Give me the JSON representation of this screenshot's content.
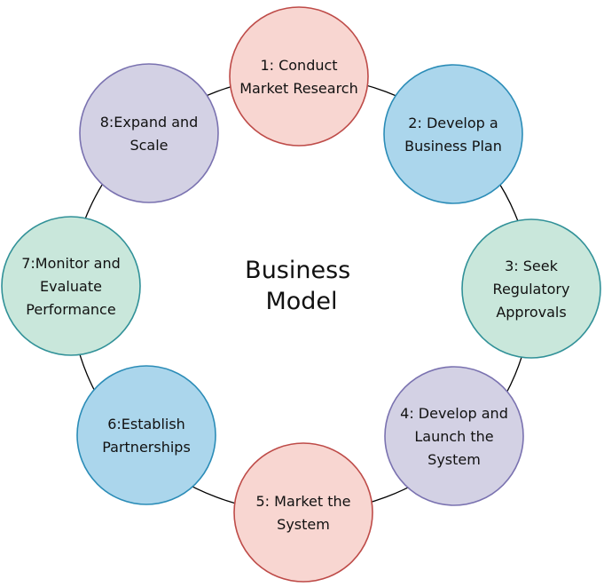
{
  "diagram": {
    "title": "Business Model",
    "title_lines": [
      "Business",
      "Model"
    ],
    "text_color": "#111111",
    "ring_color": "#000000",
    "background": "#FFFFFF",
    "nodes": [
      {
        "id": 1,
        "label": "1: Conduct Market Research",
        "lines": [
          "1: Conduct",
          "Market Research"
        ],
        "fill": "#F8D6D1",
        "stroke": "#BE4B48"
      },
      {
        "id": 2,
        "label": "2: Develop a Business Plan",
        "lines": [
          "2: Develop a",
          "Business Plan"
        ],
        "fill": "#ABD6EC",
        "stroke": "#2B8CB7"
      },
      {
        "id": 3,
        "label": "3: Seek Regulatory Approvals",
        "lines": [
          "3: Seek",
          "Regulatory",
          "Approvals"
        ],
        "fill": "#C9E7DB",
        "stroke": "#319198"
      },
      {
        "id": 4,
        "label": "4: Develop and Launch the System",
        "lines": [
          "4: Develop and",
          "Launch the",
          "System"
        ],
        "fill": "#D3D1E4",
        "stroke": "#7A72B0"
      },
      {
        "id": 5,
        "label": "5: Market the System",
        "lines": [
          "5: Market the",
          "System"
        ],
        "fill": "#F8D6D1",
        "stroke": "#BE4B48"
      },
      {
        "id": 6,
        "label": "6:Establish Partnerships",
        "lines": [
          "6:Establish",
          "Partnerships"
        ],
        "fill": "#ABD6EC",
        "stroke": "#2B8CB7"
      },
      {
        "id": 7,
        "label": "7:Monitor and Evaluate Performance",
        "lines": [
          "7:Monitor and",
          "Evaluate",
          "Performance"
        ],
        "fill": "#C9E7DB",
        "stroke": "#319198"
      },
      {
        "id": 8,
        "label": "8:Expand and Scale",
        "lines": [
          "8:Expand and",
          "Scale"
        ],
        "fill": "#D3D1E4",
        "stroke": "#7A72B0"
      }
    ]
  }
}
